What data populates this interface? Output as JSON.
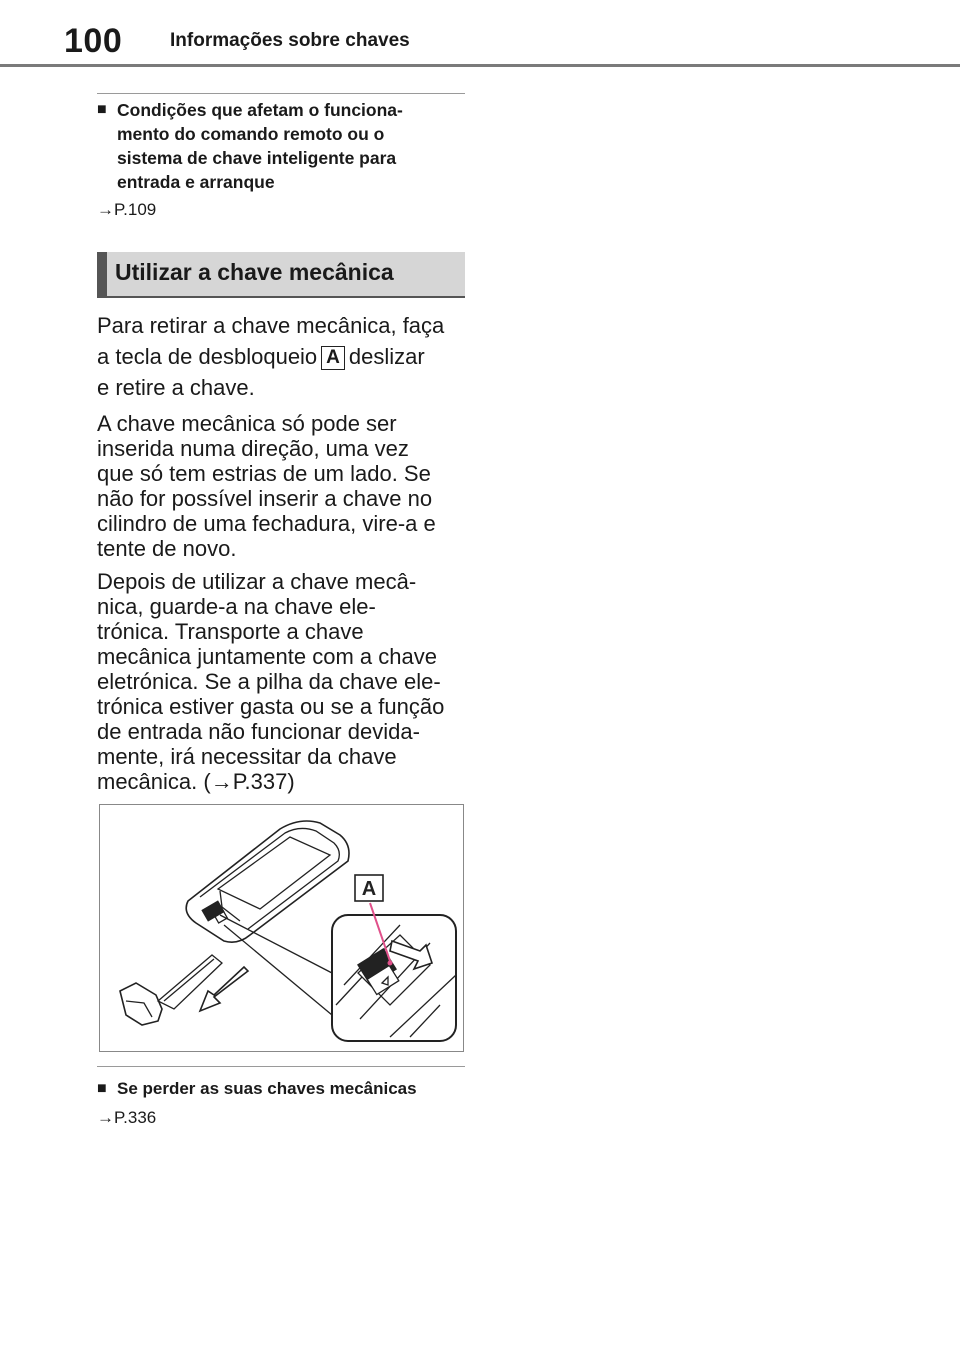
{
  "header": {
    "page_number": "100",
    "title": "Informações sobre chaves"
  },
  "section1": {
    "bullet_icon": "filled-square",
    "heading": "Condições que afetam o funciona-mento do comando remoto ou o sistema de chave inteligente para entrada e arranque",
    "heading_lines": [
      "Condições que afetam o funciona-",
      "mento do comando remoto ou o",
      "sistema de chave inteligente para",
      "entrada e arranque"
    ],
    "ref": "→P.109"
  },
  "section2": {
    "title": "Utilizar a chave mecânica",
    "para1_a": "Para retirar a chave mecânica, faça",
    "para1_b": "a tecla de desbloqueio",
    "para1_tag": "A",
    "para1_c": "deslizar",
    "para1_d": "e retire a chave.",
    "para2_lines": [
      "A chave mecânica só pode ser",
      "inserida numa direção, uma vez",
      "que só tem estrias de um lado. Se",
      "não for possível inserir a chave no",
      "cilindro de uma fechadura, vire-a e",
      "tente de novo."
    ],
    "para3_lines": [
      "Depois de utilizar a chave mecâ-",
      "nica, guarde-a na chave ele-",
      "trónica. Transporte a chave",
      "mecânica juntamente com a chave",
      "eletrónica. Se a pilha da chave ele-",
      "trónica estiver gasta ou se a função",
      "de entrada não funcionar devida-",
      "mente, irá necessitar da chave",
      "mecânica. (→P.337)"
    ]
  },
  "figure": {
    "label": "A",
    "colors": {
      "highlight": "#e0508a",
      "line": "#222222"
    }
  },
  "section3": {
    "bullet_icon": "filled-square",
    "heading": "Se perder as suas chaves mecânicas",
    "ref": "→P.336"
  }
}
